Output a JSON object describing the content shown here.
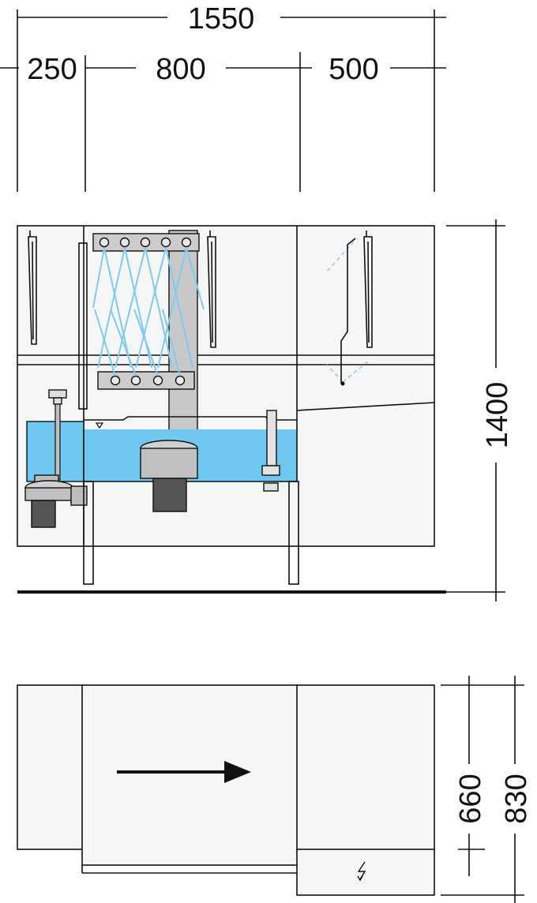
{
  "dimensions": {
    "total_width": "1550",
    "section_1": "250",
    "section_2": "800",
    "section_3": "500",
    "height": "1400",
    "depth_inner": "660",
    "depth_outer": "830"
  },
  "colors": {
    "water": "#6ec8f0",
    "spray": "#7ecbf2",
    "body": "#f6f6f6",
    "line": "#111111",
    "machine_grey": "#c8c8c8"
  },
  "icons": {
    "flow_direction": "arrow-right-icon",
    "electrical": "lightning-bolt-icon"
  }
}
